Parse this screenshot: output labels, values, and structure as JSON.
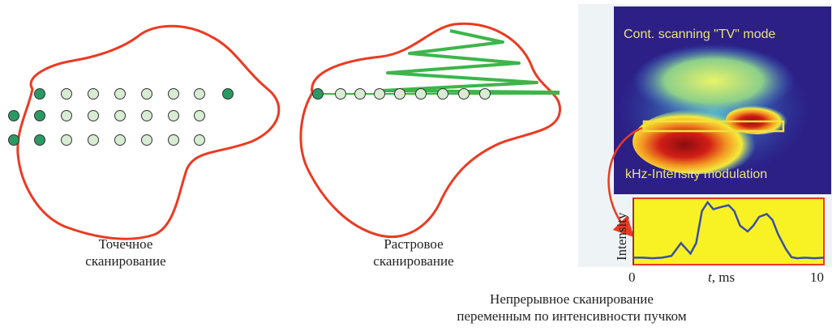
{
  "panels": {
    "spot": {
      "caption_line1": "Точечное",
      "caption_line2": "сканирование"
    },
    "raster": {
      "caption_line1": "Растровое",
      "caption_line2": "сканирование"
    },
    "continuous": {
      "heatmap_top_label": "Cont. scanning \"TV\" mode",
      "heatmap_bottom_label": "kHz-Intensity modulation",
      "caption_line1": "Непрерывное сканирование",
      "caption_line2": "переменным по интенсивности пучком"
    }
  },
  "chart_data": {
    "type": "line",
    "xlabel_var": "t",
    "xlabel_unit": ", ms",
    "ylabel": "Intensity",
    "xlim": [
      0,
      10
    ],
    "x_tick_labels": [
      "0",
      "10"
    ],
    "series": [
      {
        "x": [
          0.0,
          0.5,
          1.0,
          1.5,
          2.0,
          2.5,
          3.0,
          3.3,
          3.6,
          3.9,
          4.2,
          4.6,
          5.0,
          5.3,
          5.6,
          6.0,
          6.3,
          6.6,
          7.0,
          7.3,
          7.6,
          8.0,
          8.3,
          8.6,
          9.0,
          9.5,
          10.0
        ],
        "y": [
          0.05,
          0.05,
          0.04,
          0.05,
          0.08,
          0.3,
          0.12,
          0.3,
          0.85,
          1.0,
          0.88,
          0.92,
          0.95,
          0.85,
          0.6,
          0.5,
          0.6,
          0.75,
          0.8,
          0.7,
          0.45,
          0.2,
          0.06,
          0.04,
          0.05,
          0.04,
          0.05
        ]
      }
    ]
  },
  "colors": {
    "contour": "#ec3a22",
    "raster_line": "#3db54a",
    "dot_active": "#2a9a63",
    "dot_idle": "#d7ecd2",
    "plot_bg": "#f8f224",
    "plot_line": "#3a4fa6",
    "plot_border": "#ec3a22"
  }
}
